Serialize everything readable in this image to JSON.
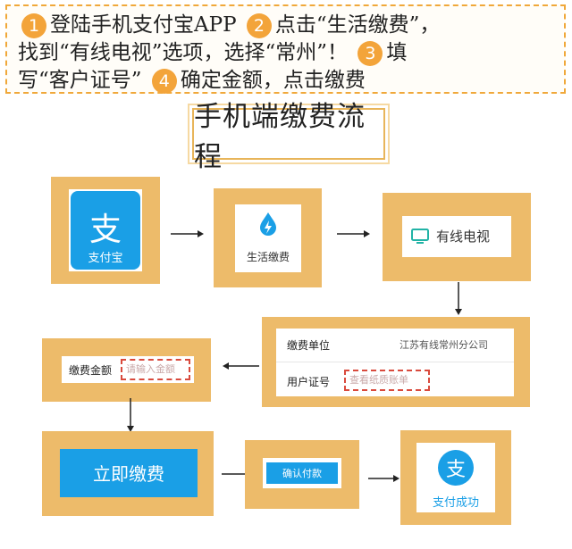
{
  "instructions": {
    "step1_num": "1",
    "step1_text": "登陆手机支付宝APP",
    "step2_num": "2",
    "step2_text": "点击“生活缴费”，",
    "line2_text": "找到“有线电视”选项，选择“常州”！",
    "step3_num": "3",
    "step3_text": "填",
    "line3_prefix": "写“客户证号”",
    "step4_num": "4",
    "step4_text": "确定金额，点击缴费"
  },
  "title": "手机端缴费流程",
  "flow": {
    "alipay_app": {
      "icon": "alipay-icon",
      "glyph": "支",
      "label": "支付宝"
    },
    "life_payment": {
      "icon": "water-drop-lightning-icon",
      "label": "生活缴费"
    },
    "cable_tv": {
      "icon": "tv-icon",
      "label": "有线电视"
    },
    "form": {
      "unit_label": "缴费单位",
      "unit_value": "江苏有线常州分公司",
      "account_label": "用户证号",
      "account_placeholder": "查看纸质账单"
    },
    "amount": {
      "label": "缴费金额",
      "placeholder": "请输入金额"
    },
    "pay_now": {
      "label": "立即缴费"
    },
    "confirm": {
      "label": "确认付款"
    },
    "success": {
      "icon": "alipay-icon",
      "glyph": "支",
      "label": "支付成功"
    }
  },
  "colors": {
    "card": "#edbb6a",
    "accent_blue": "#1a9fe6",
    "number_badge": "#f3a43a",
    "dashed_red": "#d94a3d"
  }
}
